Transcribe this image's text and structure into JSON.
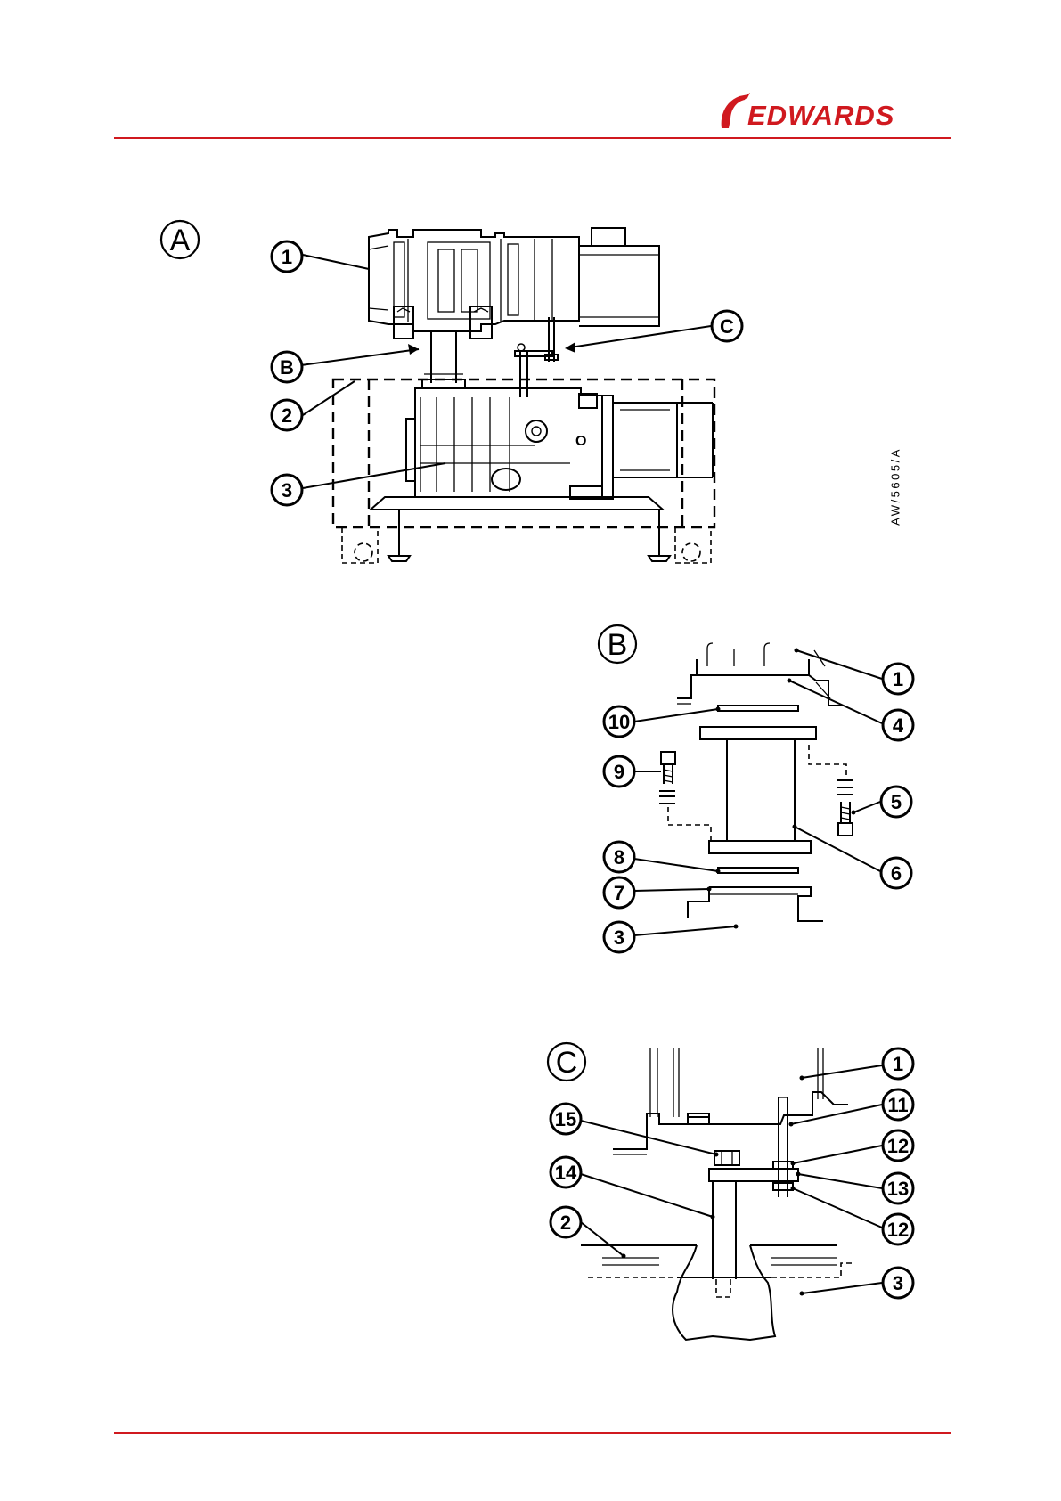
{
  "brand": {
    "name": "EDWARDS",
    "accent_color": "#d0191f"
  },
  "drawing_ref": "AW/5605/A",
  "panels": [
    {
      "letter": "A",
      "callouts": [
        "1",
        "B",
        "C",
        "2",
        "3"
      ]
    },
    {
      "letter": "B",
      "callouts": [
        "1",
        "4",
        "10",
        "9",
        "5",
        "6",
        "8",
        "7",
        "3"
      ]
    },
    {
      "letter": "C",
      "callouts": [
        "1",
        "15",
        "11",
        "12",
        "14",
        "13",
        "12",
        "2",
        "3"
      ]
    }
  ]
}
